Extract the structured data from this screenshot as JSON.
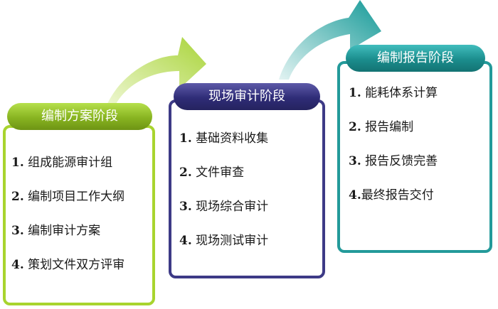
{
  "stages": [
    {
      "title": "编制方案阶段",
      "color": "#a8d42e",
      "items": [
        {
          "num": "1.",
          "text": "组成能源审计组"
        },
        {
          "num": "2.",
          "text": "编制项目工作大纲"
        },
        {
          "num": "3.",
          "text": "编制审计方案"
        },
        {
          "num": "4.",
          "text": "策划文件双方评审"
        }
      ]
    },
    {
      "title": "现场审计阶段",
      "color": "#3d3a86",
      "items": [
        {
          "num": "1.",
          "text": "基础资料收集"
        },
        {
          "num": "2.",
          "text": "文件审查"
        },
        {
          "num": "3.",
          "text": "现场综合审计"
        },
        {
          "num": "4.",
          "text": "现场测试审计"
        }
      ]
    },
    {
      "title": "编制报告阶段",
      "color": "#239a9a",
      "items": [
        {
          "num": "1.",
          "text": "能耗体系计算"
        },
        {
          "num": "2.",
          "text": "报告编制"
        },
        {
          "num": "3.",
          "text": "报告反馈完善"
        },
        {
          "num": "4.",
          "text": "最终报告交付"
        }
      ]
    }
  ],
  "arrows": [
    {
      "icon": "curved-arrow-right",
      "color": "#c6e36a"
    },
    {
      "icon": "curved-arrow-right",
      "color": "#2aa7a4"
    }
  ]
}
